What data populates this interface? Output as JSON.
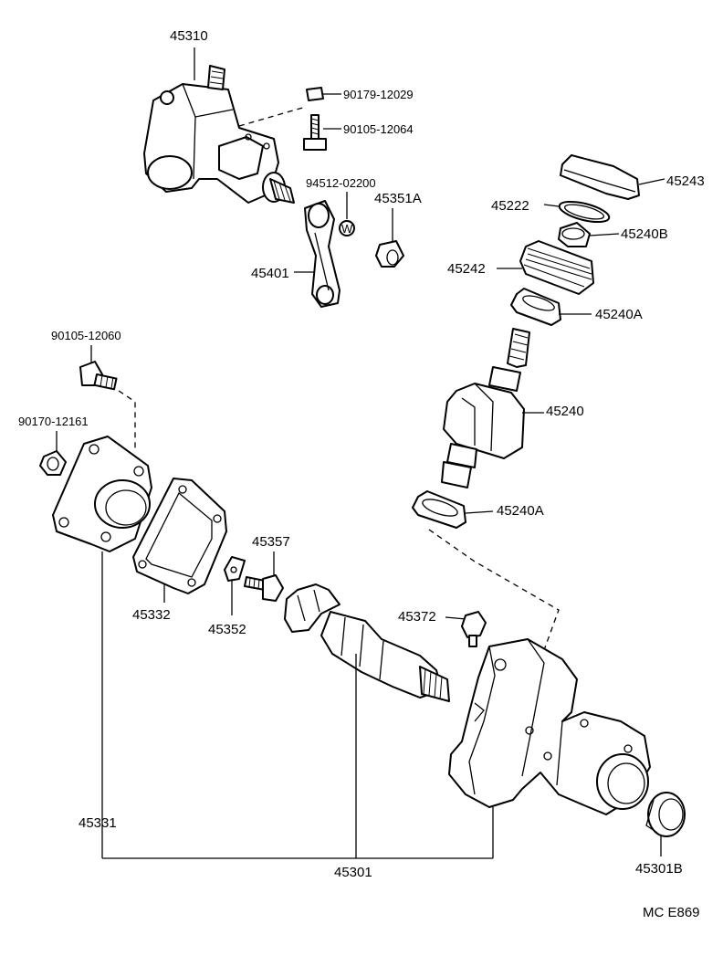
{
  "labels": {
    "p45310": "45310",
    "p90179_12029": "90179-12029",
    "p90105_12064": "90105-12064",
    "p94512_02200": "94512-02200",
    "p45351a": "45351A",
    "p45401": "45401",
    "washer_mark": "W",
    "p45243": "45243",
    "p45222": "45222",
    "p45240b": "45240B",
    "p45242": "45242",
    "p45240a_top": "45240A",
    "p45240": "45240",
    "p45240a_bottom": "45240A",
    "p90105_12060": "90105-12060",
    "p90170_12161": "90170-12161",
    "p45357": "45357",
    "p45372": "45372",
    "p45332": "45332",
    "p45352": "45352",
    "p45331": "45331",
    "p45301": "45301",
    "p45301b": "45301B",
    "code": "MC   E869"
  }
}
